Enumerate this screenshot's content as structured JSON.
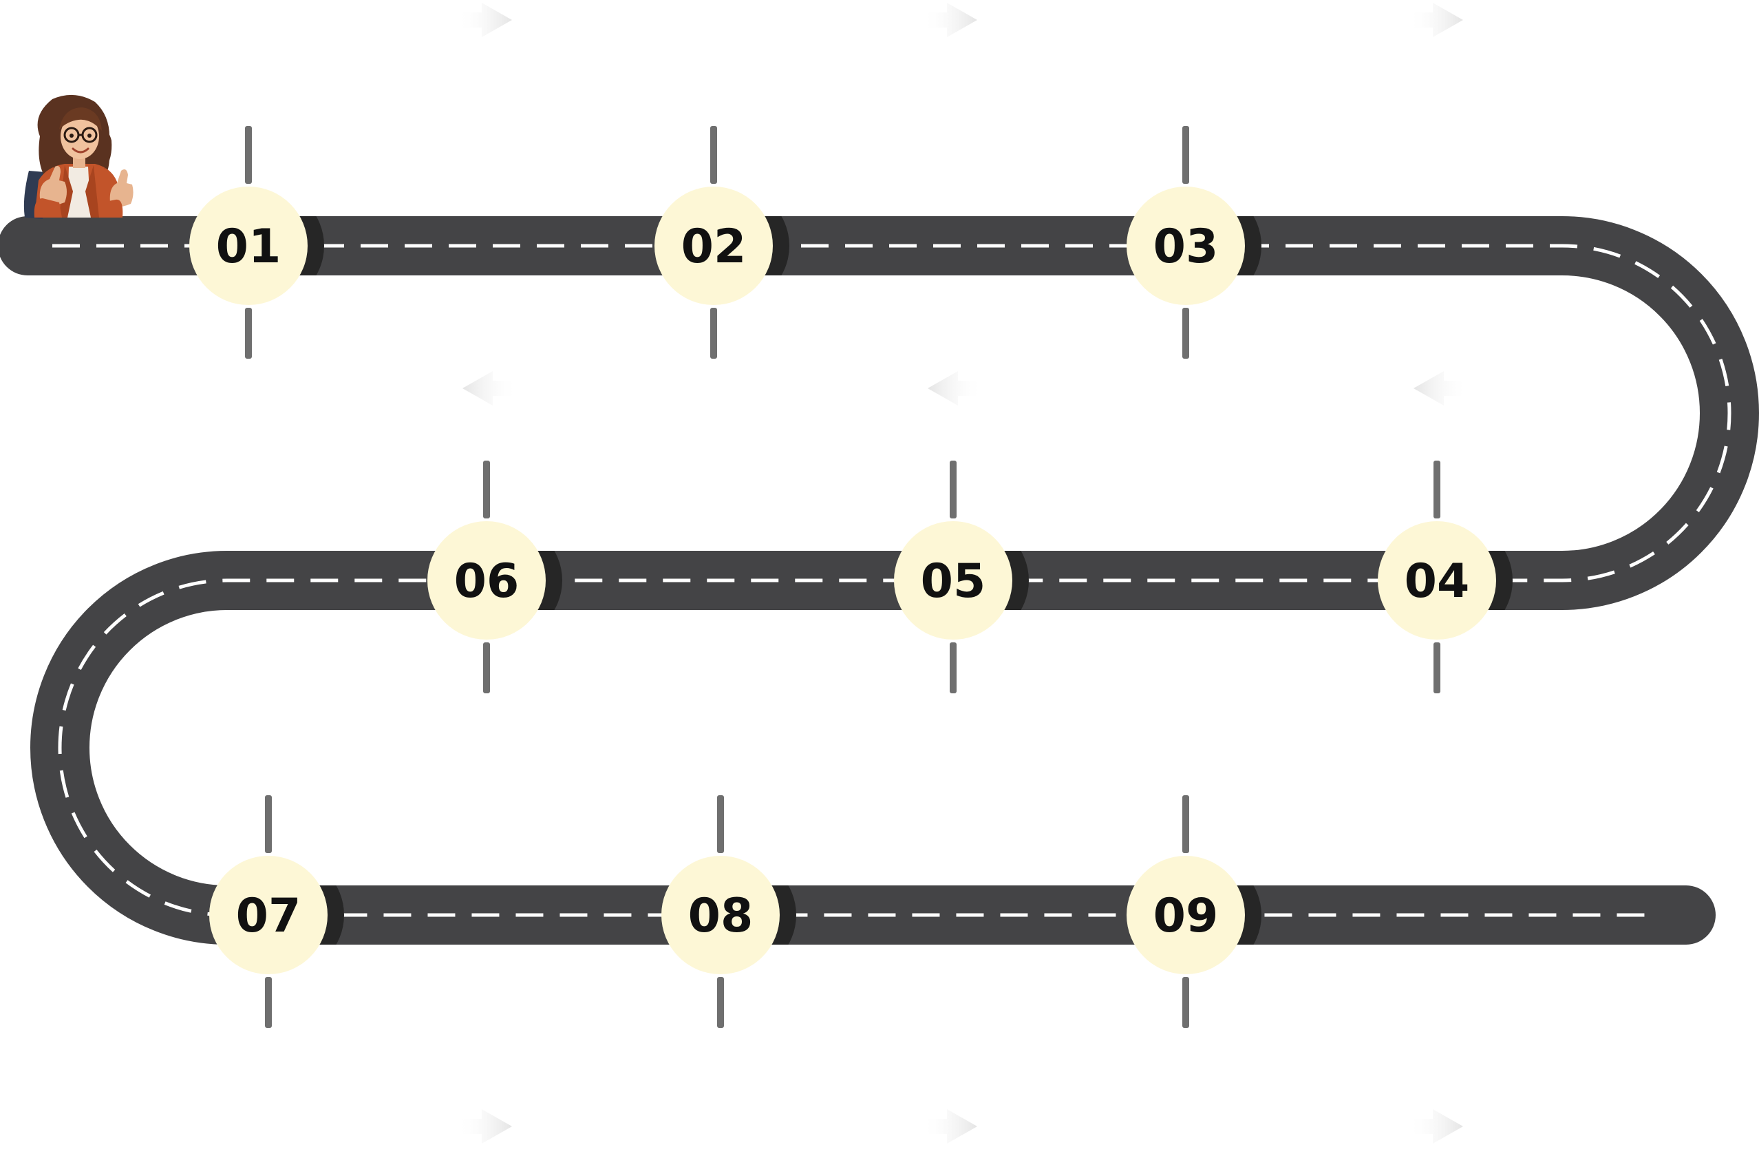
{
  "colors": {
    "road": "#444446",
    "road_edge_shadow": "#262626",
    "lane_marking": "#ffffff",
    "milestone_fill": "#fdf7d6",
    "post": "#6f6f6f",
    "arrow_hint": "#e8e8e8"
  },
  "traveler": {
    "icon": "girl-with-backpack-thumbs-up-icon"
  },
  "milestones": [
    {
      "label": "01"
    },
    {
      "label": "02"
    },
    {
      "label": "03"
    },
    {
      "label": "04"
    },
    {
      "label": "05"
    },
    {
      "label": "06"
    },
    {
      "label": "07"
    },
    {
      "label": "08"
    },
    {
      "label": "09"
    }
  ]
}
